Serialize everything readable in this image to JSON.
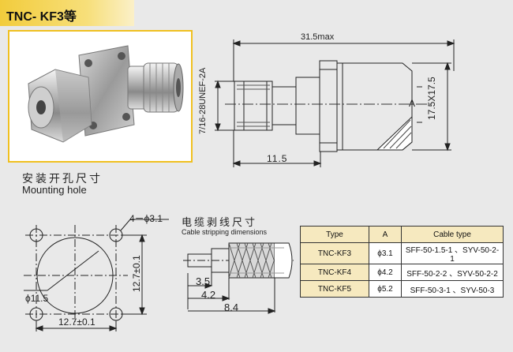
{
  "title": "TNC- KF3等",
  "mounting": {
    "label_cn": "安装开孔尺寸",
    "label_en": "Mounting hole"
  },
  "stripping": {
    "label_cn": "电缆剥线尺寸",
    "label_en": "Cable stripping dimensions"
  },
  "dimensions": {
    "overall_length": "31.5max",
    "thread": "7/16-28UNEF-2A",
    "length_115": "11.5",
    "flange": "17.5X17.5",
    "section_A": "A",
    "holes": "4－ϕ3.1",
    "hole_spacing_v": "12.7±0.1",
    "hole_spacing_h": "12.7±0.1",
    "center_hole": "ϕ11.5",
    "strip_35": "3.5",
    "strip_42": "4.2",
    "strip_84": "8.4"
  },
  "table": {
    "headers": [
      "Type",
      "A",
      "Cable type"
    ],
    "rows": [
      [
        "TNC-KF3",
        "ϕ3.1",
        "SFF-50-1.5-1 、SYV-50-2-1"
      ],
      [
        "TNC-KF4",
        "ϕ4.2",
        "SFF-50-2-2 、SYV-50-2-2"
      ],
      [
        "TNC-KF5",
        "ϕ5.2",
        "SFF-50-3-1 、SYV-50-3"
      ]
    ]
  },
  "colors": {
    "title_bar": "#f2cc3c",
    "photo_border": "#f0c020",
    "table_highlight": "#f6e9bf",
    "background": "#e9e9e9"
  }
}
